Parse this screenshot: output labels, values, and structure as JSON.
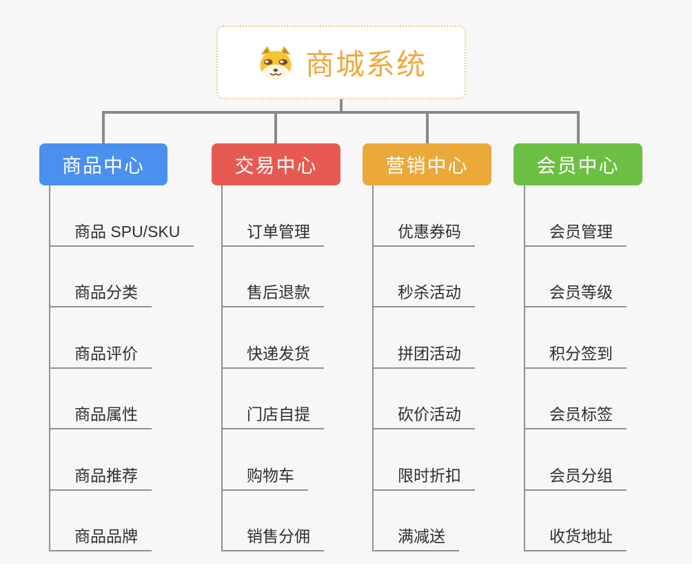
{
  "root": {
    "title": "商城系统",
    "icon": "shiba-dog-icon",
    "text_color": "#EFA93C",
    "border_color": "#F2C57E"
  },
  "colors": {
    "background": "#f7f7f7",
    "connector": "#898989",
    "subline": "#909090",
    "item_text": "#2e2e2e"
  },
  "branches": [
    {
      "label": "商品中心",
      "color": "#4A90EE",
      "items": [
        "商品 SPU/SKU",
        "商品分类",
        "商品评价",
        "商品属性",
        "商品推荐",
        "商品品牌"
      ]
    },
    {
      "label": "交易中心",
      "color": "#E75A52",
      "items": [
        "订单管理",
        "售后退款",
        "快递发货",
        "门店自提",
        "购物车",
        "销售分佣"
      ]
    },
    {
      "label": "营销中心",
      "color": "#EAA938",
      "items": [
        "优惠券码",
        "秒杀活动",
        "拼团活动",
        "砍价活动",
        "限时折扣",
        "满减送"
      ]
    },
    {
      "label": "会员中心",
      "color": "#6CBF43",
      "items": [
        "会员管理",
        "会员等级",
        "积分签到",
        "会员标签",
        "会员分组",
        "收货地址"
      ]
    }
  ]
}
